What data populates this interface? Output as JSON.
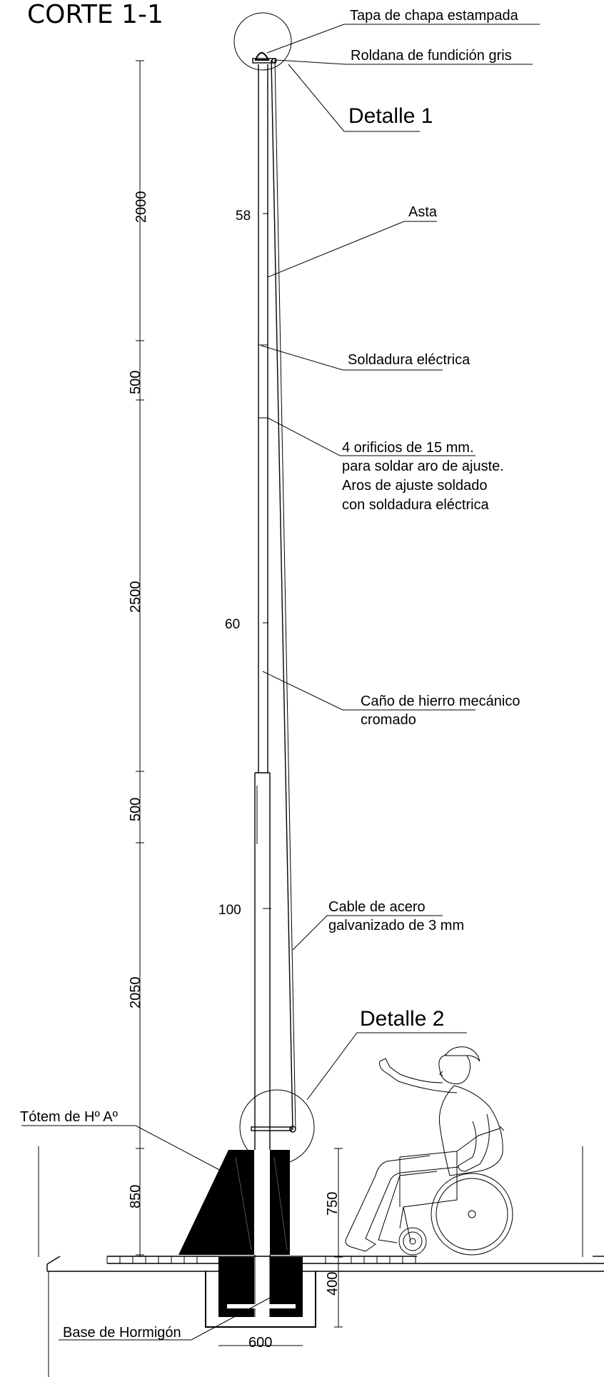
{
  "title": "CORTE 1-1",
  "labels": {
    "tapa": "Tapa de chapa estampada",
    "roldana": "Roldana de fundición gris",
    "detalle1": "Detalle 1",
    "asta": "Asta",
    "soldadura": "Soldadura eléctrica",
    "orificios_l1": "4 orificios de   15 mm.",
    "orificios_l2": "para soldar aro de ajuste.",
    "orificios_l3": "Aros de ajuste soldado",
    "orificios_l4": "con soldadura eléctrica",
    "cano_l1": "Caño de hierro mecánico",
    "cano_l2": "cromado",
    "cable_l1": "Cable de acero",
    "cable_l2": "galvanizado de 3 mm",
    "detalle2": "Detalle 2",
    "totem": "Tótem de Hº Aº",
    "base": "Base de Hormigón"
  },
  "diameters": {
    "top": "58",
    "mid": "60",
    "bottom": "100"
  },
  "dimensions": {
    "d2000": "2000",
    "d500a": "500",
    "d2500": "2500",
    "d500b": "500",
    "d2050": "2050",
    "d850": "850",
    "d750": "750",
    "d400": "400",
    "d600": "600"
  }
}
